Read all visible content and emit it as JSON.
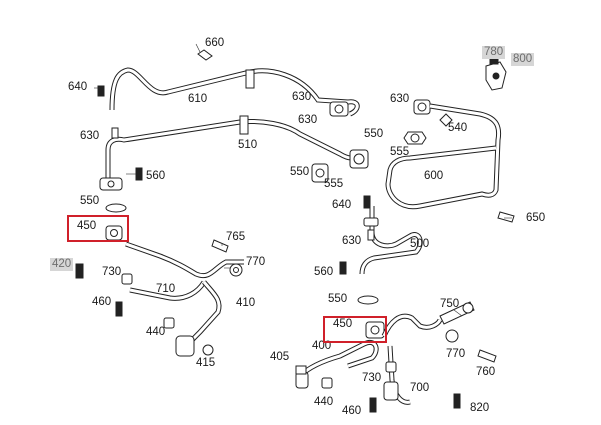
{
  "diagram": {
    "labels": [
      {
        "id": "660",
        "text": "660"
      },
      {
        "id": "640a",
        "text": "640"
      },
      {
        "id": "610",
        "text": "610"
      },
      {
        "id": "630a",
        "text": "630"
      },
      {
        "id": "630b",
        "text": "630"
      },
      {
        "id": "630c",
        "text": "630"
      },
      {
        "id": "510",
        "text": "510"
      },
      {
        "id": "560a",
        "text": "560"
      },
      {
        "id": "550a",
        "text": "550"
      },
      {
        "id": "450a",
        "text": "450"
      },
      {
        "id": "765",
        "text": "765"
      },
      {
        "id": "770a",
        "text": "770"
      },
      {
        "id": "420",
        "text": "420"
      },
      {
        "id": "730a",
        "text": "730"
      },
      {
        "id": "710",
        "text": "710"
      },
      {
        "id": "460a",
        "text": "460"
      },
      {
        "id": "410",
        "text": "410"
      },
      {
        "id": "440a",
        "text": "440"
      },
      {
        "id": "415",
        "text": "415"
      },
      {
        "id": "780",
        "text": "780"
      },
      {
        "id": "800",
        "text": "800"
      },
      {
        "id": "630d",
        "text": "630"
      },
      {
        "id": "540",
        "text": "540"
      },
      {
        "id": "550b",
        "text": "550"
      },
      {
        "id": "555a",
        "text": "555"
      },
      {
        "id": "550c",
        "text": "550"
      },
      {
        "id": "555b",
        "text": "555"
      },
      {
        "id": "600",
        "text": "600"
      },
      {
        "id": "640b",
        "text": "640"
      },
      {
        "id": "650",
        "text": "650"
      },
      {
        "id": "630e",
        "text": "630"
      },
      {
        "id": "500",
        "text": "500"
      },
      {
        "id": "560b",
        "text": "560"
      },
      {
        "id": "550d",
        "text": "550"
      },
      {
        "id": "750",
        "text": "750"
      },
      {
        "id": "450b",
        "text": "450"
      },
      {
        "id": "400",
        "text": "400"
      },
      {
        "id": "770b",
        "text": "770"
      },
      {
        "id": "405",
        "text": "405"
      },
      {
        "id": "760",
        "text": "760"
      },
      {
        "id": "730b",
        "text": "730"
      },
      {
        "id": "700",
        "text": "700"
      },
      {
        "id": "440b",
        "text": "440"
      },
      {
        "id": "460b",
        "text": "460"
      },
      {
        "id": "820",
        "text": "820"
      }
    ],
    "highlight_color": "#d0202a",
    "line_color": "#222222",
    "muted_label_color": "#6e6e6e"
  }
}
